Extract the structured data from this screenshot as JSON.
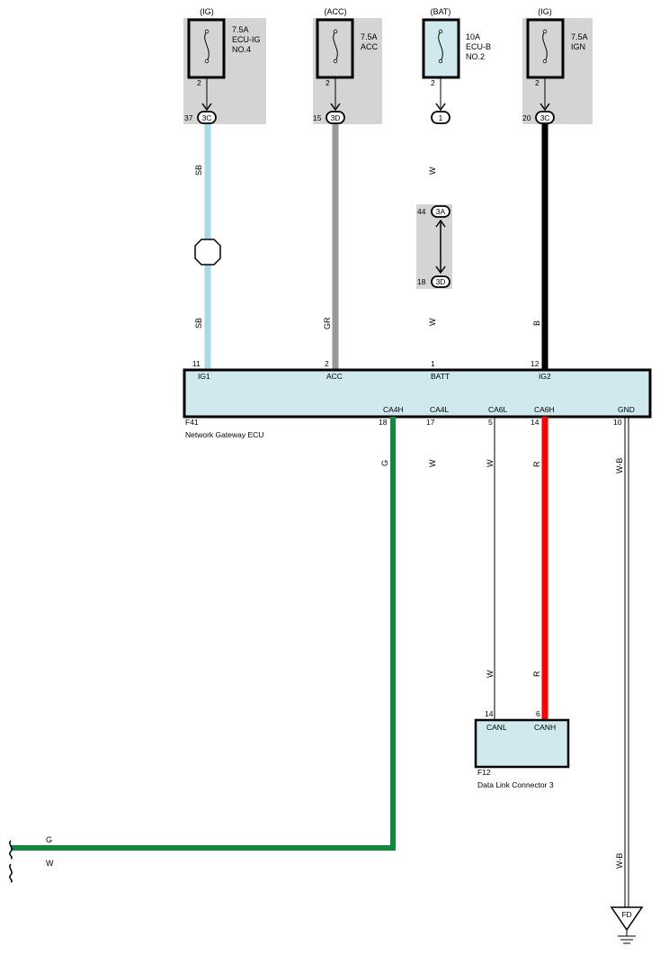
{
  "fuses": [
    {
      "source": "(IG)",
      "rating": "7.5A",
      "name1": "ECU-IG",
      "name2": "NO.4",
      "pin": "2",
      "conn_num": "37",
      "conn": "3C"
    },
    {
      "source": "(ACC)",
      "rating": "7.5A",
      "name1": "ACC",
      "name2": "",
      "pin": "2",
      "conn_num": "15",
      "conn": "3D"
    },
    {
      "source": "(BAT)",
      "rating": "10A",
      "name1": "ECU-B",
      "name2": "NO.2",
      "pin": "2",
      "conn_num": "",
      "conn": "1"
    },
    {
      "source": "(IG)",
      "rating": "7.5A",
      "name1": "IGN",
      "name2": "",
      "pin": "2",
      "conn_num": "20",
      "conn": "3C"
    }
  ],
  "junction": {
    "top_num": "44",
    "top_conn": "3A",
    "bottom_num": "18",
    "bottom_conn": "3D"
  },
  "wire_colors": {
    "ig1_upper": "SB",
    "ig1_lower": "SB",
    "acc": "GR",
    "batt_upper": "W",
    "batt_lower": "W",
    "ig2": "B",
    "ca4h": "G",
    "ca4l": "W",
    "ca6l": "W",
    "ca6h": "R",
    "gnd": "W-B",
    "ca6l_bottom": "W",
    "ca6h_bottom": "R",
    "gnd_bottom": "W-B",
    "offpage_g": "G",
    "offpage_w": "W"
  },
  "ecu": {
    "id": "F41",
    "name": "Network Gateway ECU",
    "top_pins": [
      {
        "num": "11",
        "name": "IG1"
      },
      {
        "num": "2",
        "name": "ACC"
      },
      {
        "num": "1",
        "name": "BATT"
      },
      {
        "num": "12",
        "name": "IG2"
      }
    ],
    "bottom_pins": [
      {
        "num": "18",
        "name": "CA4H"
      },
      {
        "num": "17",
        "name": "CA4L"
      },
      {
        "num": "5",
        "name": "CA6L"
      },
      {
        "num": "14",
        "name": "CA6H"
      },
      {
        "num": "10",
        "name": "GND"
      }
    ]
  },
  "dlc": {
    "id": "F12",
    "name": "Data Link Connector 3",
    "pins": [
      {
        "num": "14",
        "name": "CANL"
      },
      {
        "num": "6",
        "name": "CANH"
      }
    ]
  },
  "ground": {
    "label": "FD"
  },
  "colors": {
    "ecu_fill": "#cfe9ef",
    "fuse_box_bg": "#d4d4d4",
    "sb_wire": "#a6dbe8",
    "gr_wire": "#999999",
    "b_wire": "#000000",
    "g_wire": "#0f8a3c",
    "r_wire": "#ff0000"
  }
}
